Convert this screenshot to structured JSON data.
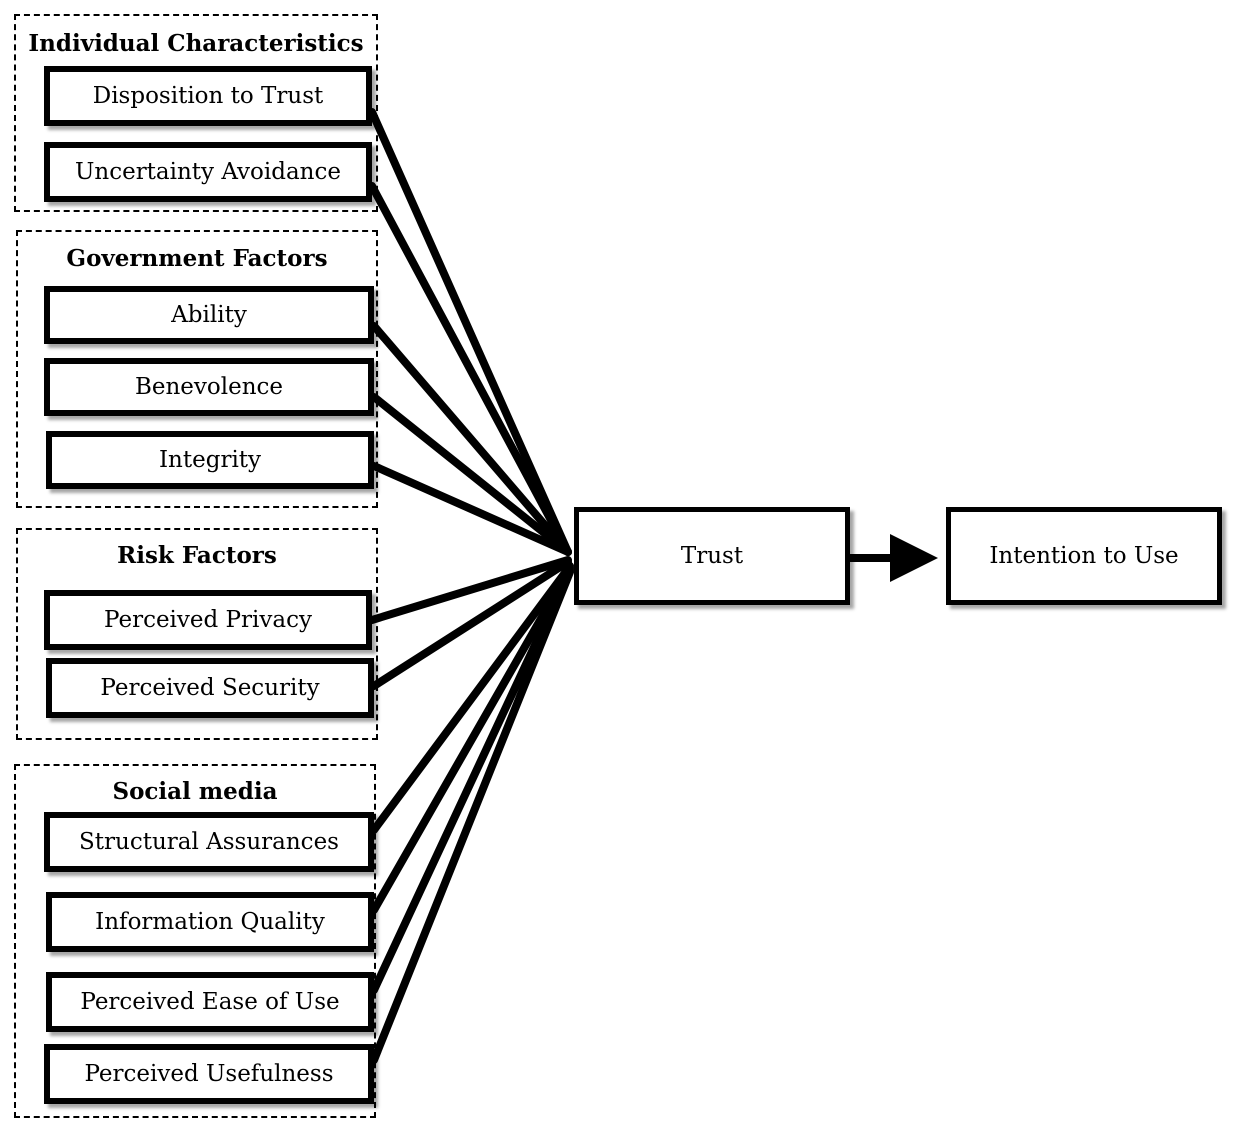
{
  "groups": [
    {
      "title": "Individual Characteristics",
      "items": [
        "Disposition to Trust",
        "Uncertainty Avoidance"
      ]
    },
    {
      "title": "Government Factors",
      "items": [
        "Ability",
        "Benevolence",
        "Integrity"
      ]
    },
    {
      "title": "Risk Factors",
      "items": [
        "Perceived Privacy",
        "Perceived Security"
      ]
    },
    {
      "title": "Social media",
      "items": [
        "Structural Assurances",
        "Information Quality",
        "Perceived Ease of Use",
        "Perceived Usefulness"
      ]
    }
  ],
  "trust": "Trust",
  "outcome": "Intention to Use"
}
